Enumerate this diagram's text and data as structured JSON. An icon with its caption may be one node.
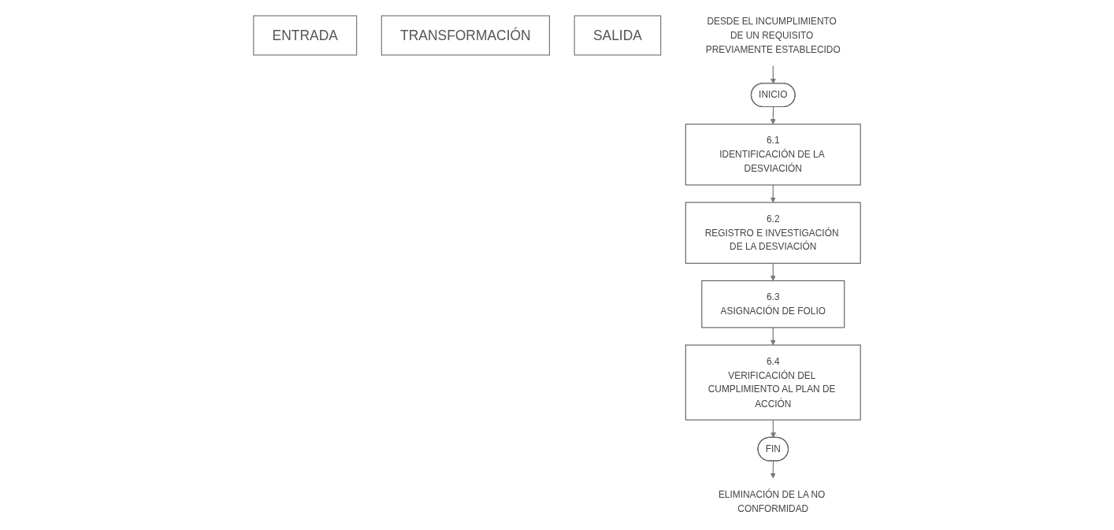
{
  "diagram": {
    "nodes": [
      {
        "text": [
          "ENTRADA"
        ]
      },
      {
        "text": [
          "TRANSFORMACIÓN"
        ]
      },
      {
        "text": [
          "SALIDA"
        ]
      },
      {
        "text": [
          "DESDE EL INCUMPLIMIENTO DE UN REQUISITO PREVIAMENTE ESTABLECIDO"
        ]
      },
      {
        "text": [
          "INICIO"
        ]
      },
      {
        "text": [
          "6.1",
          "IDENTIFICACIÓN DE LA DESVIACIÓN"
        ]
      },
      {
        "text": [
          "6.2",
          "REGISTRO E INVESTIGACIÓN DE LA DESVIACIÓN"
        ]
      },
      {
        "text": [
          "6.3",
          "ASIGNACIÓN DE FOLIO"
        ]
      },
      {
        "text": [
          "6.4",
          "VERIFICACIÓN DEL CUMPLIMIENTO AL PLAN DE ACCIÓN"
        ]
      },
      {
        "text": [
          "FIN"
        ]
      },
      {
        "text": [
          "ELIMINACIÓN DE LA NO CONFORMIDAD"
        ]
      }
    ],
    "edges": [
      {
        "from": 3,
        "to": 4,
        "arrow": "to"
      },
      {
        "from": 4,
        "to": 5,
        "arrow": "to"
      },
      {
        "from": 5,
        "to": 6,
        "arrow": "to"
      },
      {
        "from": 6,
        "to": 7,
        "arrow": "to"
      },
      {
        "from": 7,
        "to": 8,
        "arrow": "to"
      },
      {
        "from": 8,
        "to": 9,
        "arrow": "to"
      },
      {
        "from": 9,
        "to": 10,
        "arrow": "to"
      }
    ]
  }
}
